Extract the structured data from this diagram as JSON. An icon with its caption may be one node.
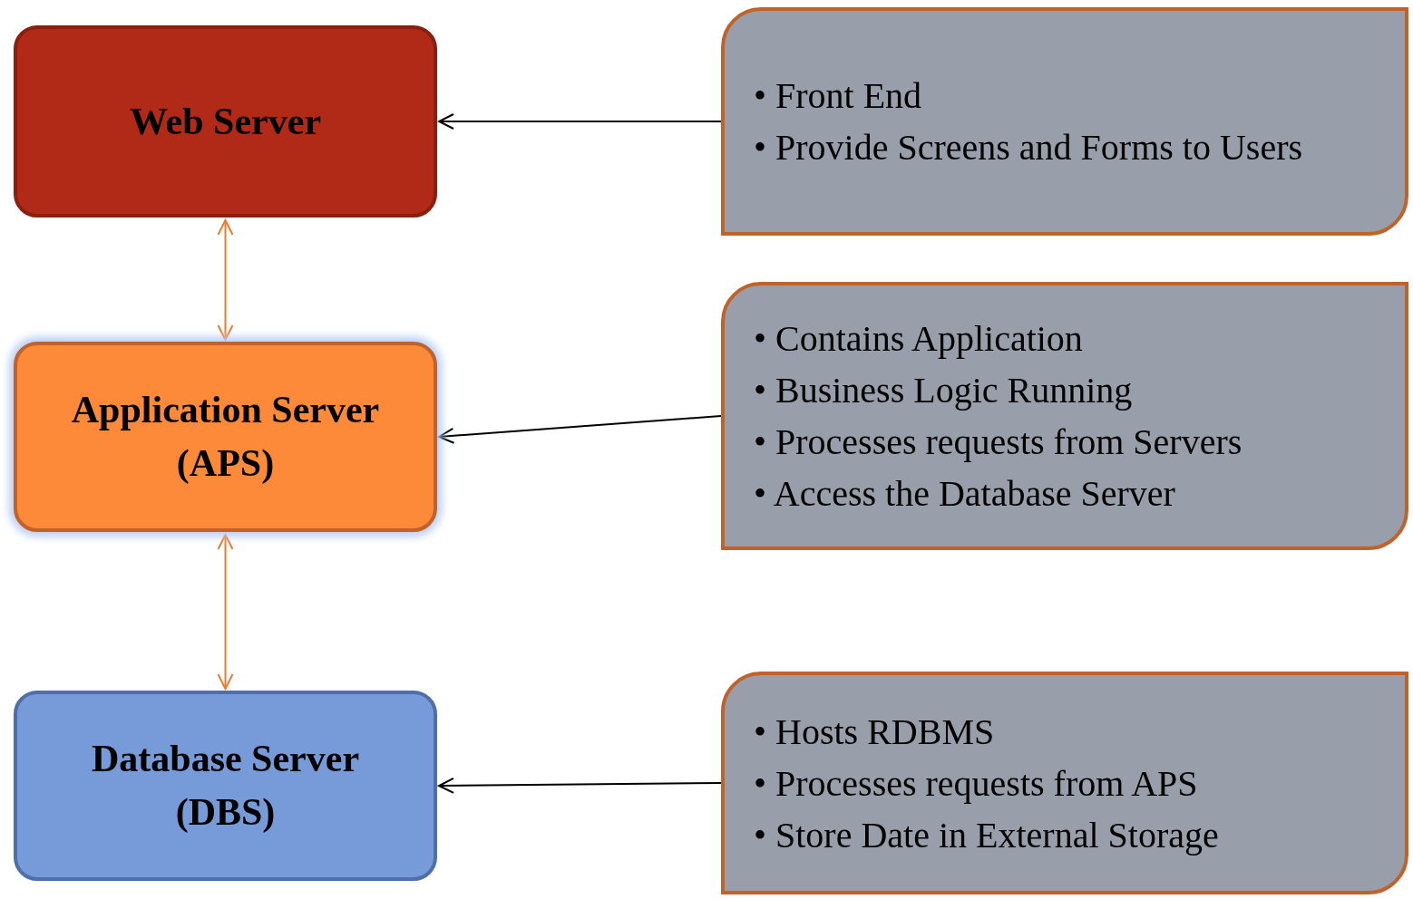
{
  "diagram": {
    "nodes": [
      {
        "text": [
          "Web Server"
        ]
      },
      {
        "text": [
          "Application Server (APS)"
        ]
      },
      {
        "text": [
          "Database Server (DBS)"
        ]
      },
      {
        "text": [
          "• Front End",
          "• Provide Screens and Forms to Users"
        ]
      },
      {
        "text": [
          "• Contains Application",
          "• Business Logic Running",
          "• Processes requests from Servers",
          "• Access the Database Server"
        ]
      },
      {
        "text": [
          "• Hosts RDBMS",
          "• Processes requests from APS",
          "• Store Date in External Storage"
        ]
      }
    ],
    "edges": [
      {
        "from": 3,
        "to": 0,
        "arrow": "to"
      },
      {
        "from": 0,
        "to": 1,
        "arrow": "both",
        "color": "#f07a2a"
      },
      {
        "from": 4,
        "to": 1,
        "arrow": "to"
      },
      {
        "from": 1,
        "to": 2,
        "arrow": "both",
        "color": "#f07a2a"
      },
      {
        "from": 5,
        "to": 2,
        "arrow": "to"
      }
    ]
  }
}
